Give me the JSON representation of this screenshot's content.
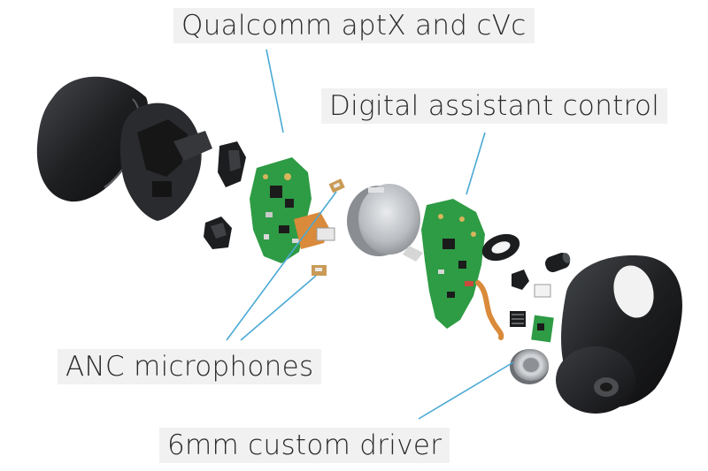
{
  "diagram": {
    "type": "exploded-view",
    "callouts": {
      "codec": "Qualcomm aptX and cVc",
      "assistant": "Digital assistant control",
      "microphones": "ANC microphones",
      "driver": "6mm custom driver"
    },
    "colors": {
      "shell": "#1e1f21",
      "pcb": "#2e9b45",
      "flex": "#d98a3a",
      "battery": "#b9bcc0",
      "leader": "#4aa9d4",
      "label_bg": "#f1f1f1"
    }
  }
}
